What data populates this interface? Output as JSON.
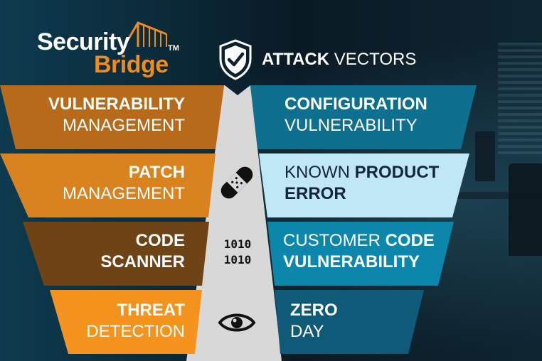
{
  "brand": {
    "word1": "Security",
    "word2": "Bridge",
    "trademark": "TM",
    "colors": {
      "orange": "#f08c1e",
      "white": "#ffffff"
    }
  },
  "heading": {
    "bold": "ATTACK",
    "rest": " VECTORS",
    "icon": "shield-check-icon"
  },
  "rows": [
    {
      "left": {
        "bold": "VULNERABILITY",
        "light": "MANAGEMENT",
        "color": "#b76a1a"
      },
      "icon": "",
      "right": {
        "line1_light": "",
        "line1_bold": "CONFIGURATION",
        "line2_light": "VULNERABILITY",
        "line2_bold": "",
        "color": "#0f6f8e"
      }
    },
    {
      "left": {
        "bold": "PATCH",
        "light": "MANAGEMENT",
        "color": "#d98320"
      },
      "icon": "bandage-icon",
      "right": {
        "line1_light": "KNOWN ",
        "line1_bold": "PRODUCT",
        "line2_light": "",
        "line2_bold": "ERROR",
        "color": "#bfe7f5"
      }
    },
    {
      "left": {
        "bold": "CODE",
        "light": "",
        "bold2": "SCANNER",
        "color": "#6e4417"
      },
      "icon": "binary-code-icon",
      "binary": [
        "1010",
        "1010"
      ],
      "right": {
        "line1_light": "CUSTOMER ",
        "line1_bold": "CODE",
        "line2_light": "",
        "line2_bold": "VULNERABILITY",
        "color": "#0d86ab"
      }
    },
    {
      "left": {
        "bold": "THREAT",
        "light": "DETECTION",
        "color": "#f4931e"
      },
      "icon": "eye-icon",
      "right": {
        "line1_light": "",
        "line1_bold": "ZERO",
        "line2_light": "DAY",
        "line2_bold": "",
        "color": "#0f5a79"
      }
    }
  ]
}
